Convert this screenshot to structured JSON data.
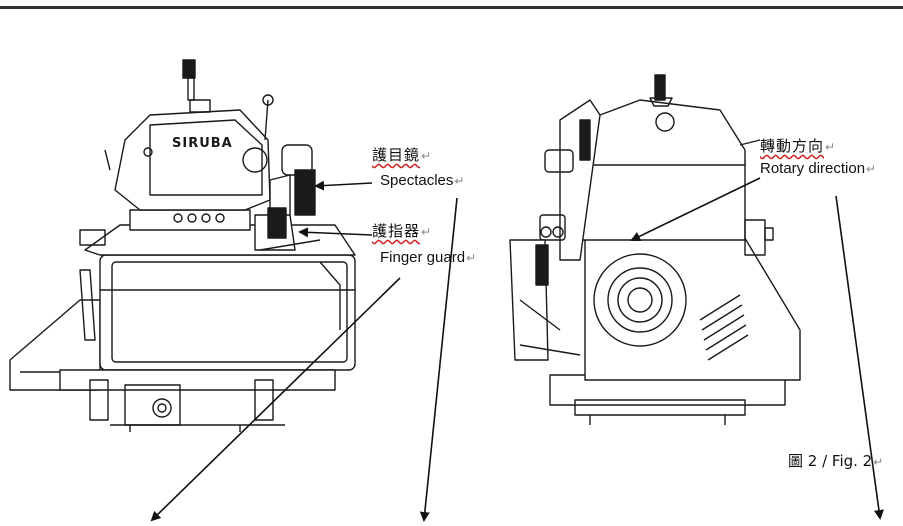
{
  "labels": {
    "spectacles_zh": "護目鏡",
    "spectacles_en": "Spectacles",
    "finger_guard_zh": "護指器",
    "finger_guard_en": "Finger guard",
    "rotary_zh": "轉動方向",
    "rotary_en": "Rotary direction",
    "figure": "圖 2 / Fig. 2",
    "brand": "SIRUBA"
  },
  "colors": {
    "line": "#1a1a1a",
    "underline": "#d02020"
  }
}
